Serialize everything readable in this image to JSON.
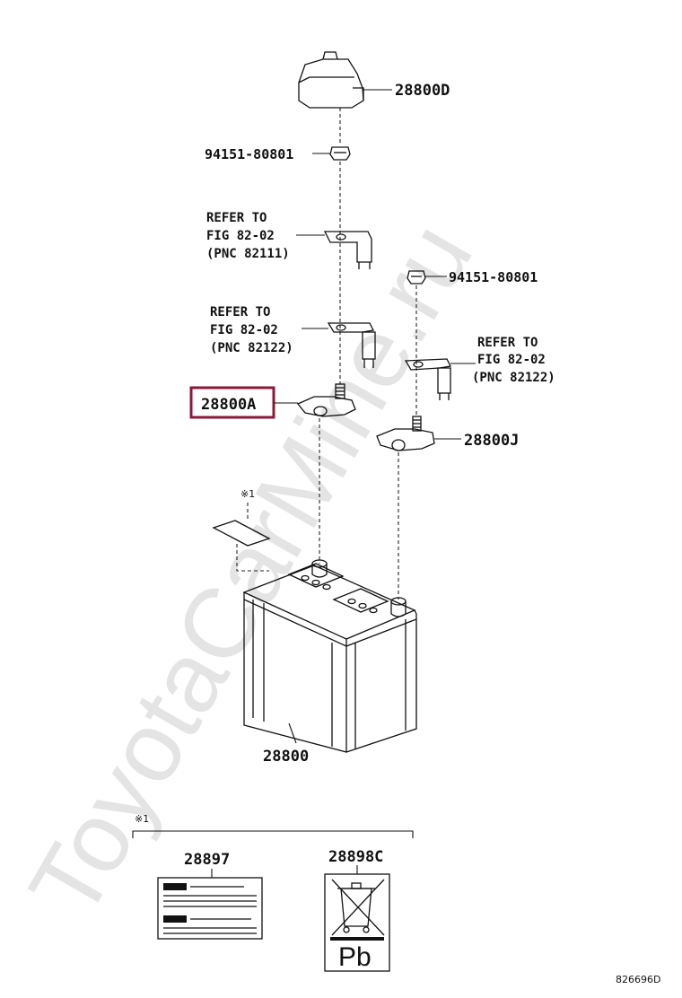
{
  "watermark": "ToyotaCarMine.ru",
  "labels": {
    "cover": "28800D",
    "nut_top": "94151-80801",
    "nut_right": "94151-80801",
    "ref1": [
      "REFER TO",
      "FIG 82-02",
      "(PNC 82111)"
    ],
    "ref2": [
      "REFER TO",
      "FIG 82-02",
      "(PNC 82122)"
    ],
    "ref3": [
      "REFER TO",
      "FIG 82-02",
      "(PNC 82122)"
    ],
    "terminal_pos": "28800A",
    "terminal_neg": "28800J",
    "battery": "28800",
    "note_mark": "※1",
    "label_caution": "28897",
    "label_recycle": "28898C",
    "recycle_symbol_text": "Pb",
    "drawing_id": "826696D"
  },
  "highlight": {
    "color": "#8b1a3a",
    "target": "terminal_pos"
  }
}
